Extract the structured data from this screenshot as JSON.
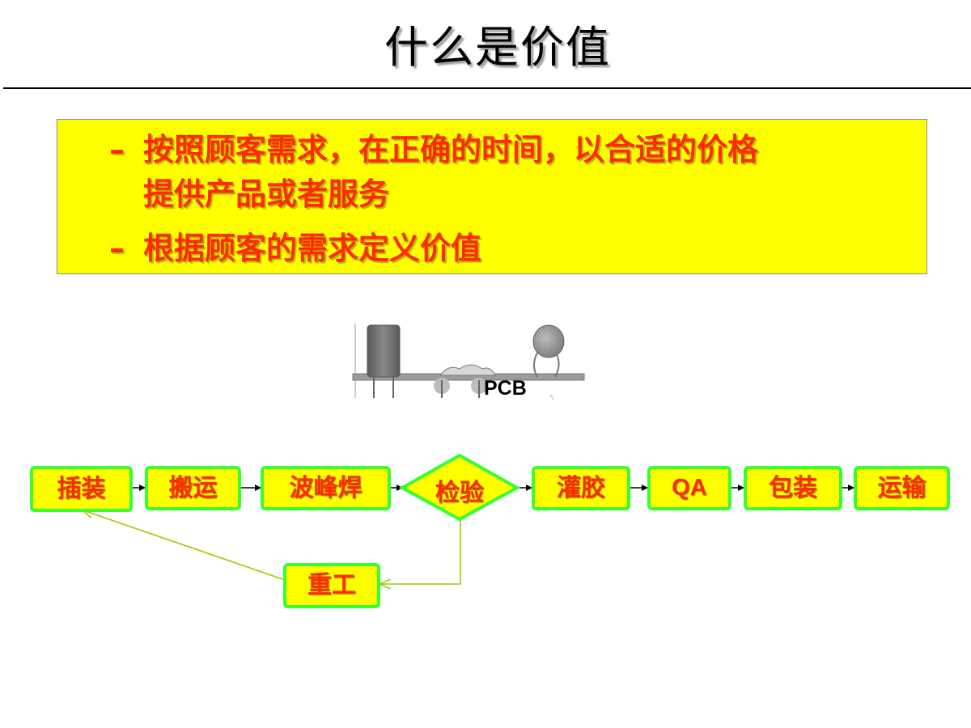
{
  "slide": {
    "title": "什么是价值"
  },
  "definition": {
    "bullets": [
      {
        "dash": "–",
        "text": "按照顾客需求，在正确的时间，以合适的价格\n提供产品或者服务"
      },
      {
        "dash": "–",
        "text": "根据顾客的需求定义价值"
      }
    ]
  },
  "pcb": {
    "label": "PCB"
  },
  "process_flow": {
    "steps": [
      "插装",
      "搬运",
      "波峰焊",
      "检验",
      "灌胶",
      "QA",
      "包装",
      "运输"
    ],
    "rework": "重工"
  },
  "colors": {
    "box_fill": "#ffff00",
    "box_border": "#33ff33",
    "text": "#ff2a00",
    "rework_arrow": "#99cc00"
  }
}
